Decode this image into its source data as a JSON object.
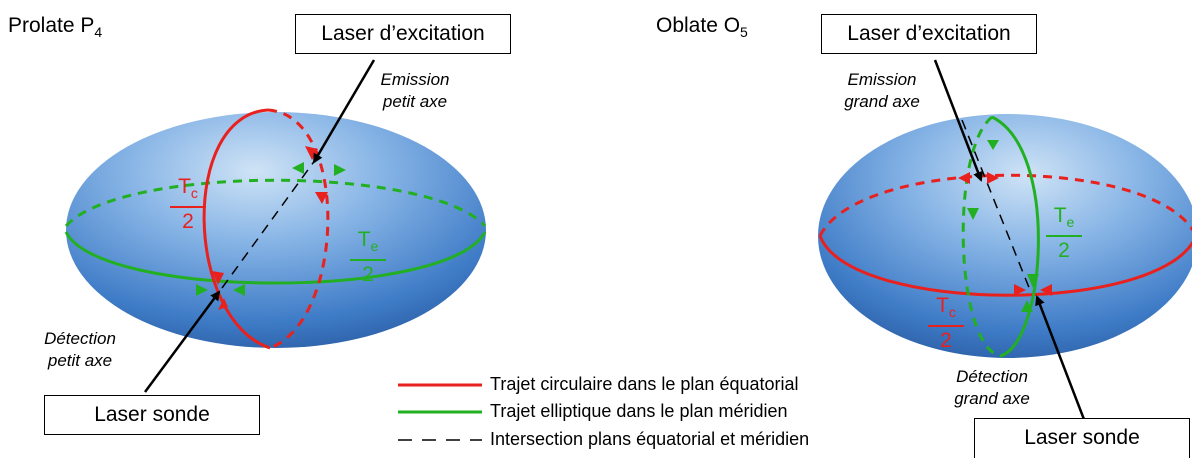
{
  "panels": {
    "prolate": {
      "title": "Prolate P",
      "title_sub": "4",
      "excitation_label": "Laser d’excitation",
      "probe_label": "Laser sonde",
      "emission_line1": "Emission",
      "emission_line2": "petit axe",
      "detection_line1": "Détection",
      "detection_line2": "petit axe",
      "tc_num": "T",
      "tc_sub": "c",
      "tc_den": "2",
      "te_num": "T",
      "te_sub": "e",
      "te_den": "2"
    },
    "oblate": {
      "title": "Oblate O",
      "title_sub": "5",
      "excitation_label": "Laser d’excitation",
      "probe_label": "Laser sonde",
      "emission_line1": "Emission",
      "emission_line2": "grand axe",
      "detection_line1": "Détection",
      "detection_line2": "grand axe",
      "tc_num": "T",
      "tc_sub": "c",
      "tc_den": "2",
      "te_num": "T",
      "te_sub": "e",
      "te_den": "2"
    }
  },
  "legend": {
    "items": [
      {
        "label": "Trajet circulaire dans le plan équatorial",
        "color": "#e8211f",
        "style": "solid"
      },
      {
        "label": "Trajet elliptique dans le plan méridien",
        "color": "#22b022",
        "style": "solid"
      },
      {
        "label": "Intersection plans équatorial et méridien",
        "color": "#000000",
        "style": "dashed"
      }
    ]
  },
  "colors": {
    "red": "#e8211f",
    "green": "#22b022",
    "ellipsoid_light": "#bcd8f2",
    "ellipsoid_mid": "#5f95d6",
    "ellipsoid_dark": "#1f4f95"
  }
}
